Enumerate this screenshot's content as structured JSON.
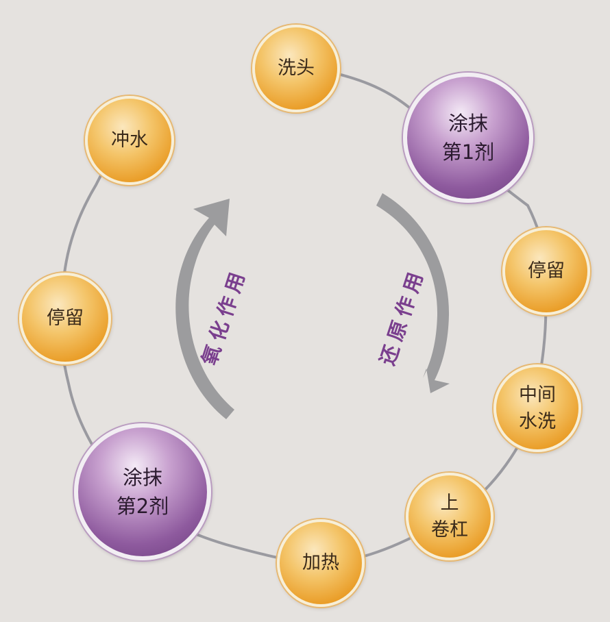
{
  "nodes": [
    {
      "id": "wash-hair",
      "label": "洗头",
      "kind": "orange"
    },
    {
      "id": "apply-agent-1",
      "label": "涂抹\n第1剂",
      "kind": "purple"
    },
    {
      "id": "wait-1",
      "label": "停留",
      "kind": "orange"
    },
    {
      "id": "mid-rinse",
      "label": "中间\n水洗",
      "kind": "orange"
    },
    {
      "id": "roll-curlers",
      "label": "上\n卷杠",
      "kind": "orange"
    },
    {
      "id": "heat",
      "label": "加热",
      "kind": "orange"
    },
    {
      "id": "apply-agent-2",
      "label": "涂抹\n第2剂",
      "kind": "purple"
    },
    {
      "id": "wait-2",
      "label": "停留",
      "kind": "orange"
    },
    {
      "id": "rinse",
      "label": "冲水",
      "kind": "orange"
    }
  ],
  "arrows": {
    "left_label": "氧化作用",
    "right_label": "还原作用"
  },
  "colors": {
    "background": "#e5e2df",
    "orange": "#e99b24",
    "purple": "#8e5a9e",
    "arrow": "#9c9c9e",
    "arrow_text": "#7a3f8e",
    "ring": "#9a9aa0"
  }
}
